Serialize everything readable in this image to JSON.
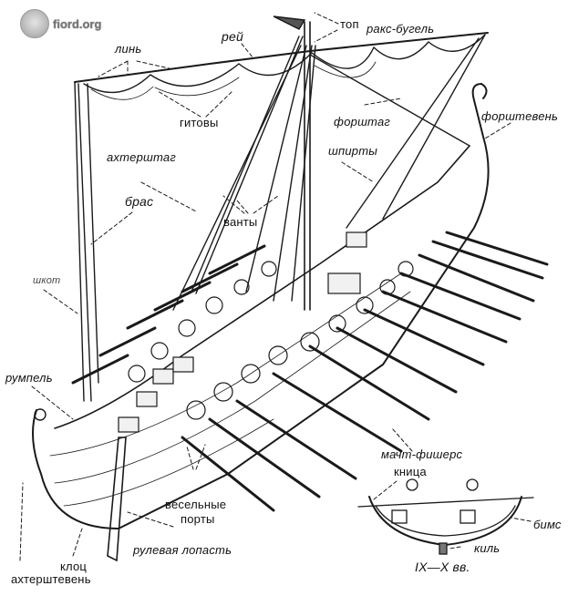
{
  "watermark": {
    "text": "fiord.org"
  },
  "title_caption": "IX—X вв.",
  "labels": {
    "lin": "линь",
    "rei": "рей",
    "top": "топ",
    "raks_bugel": "ракс-бугель",
    "gitovy": "гитовы",
    "forshtag": "форштаг",
    "forshteven": "форштевень",
    "akhtershtag": "ахтерштаг",
    "shpirty": "шпирты",
    "bras": "брас",
    "vanty": "ванты",
    "shkot": "шкот",
    "rumpel": "румпель",
    "macht_fishers": "мачт-фишерс",
    "knitsa": "кница",
    "bims": "бимс",
    "kil": "киль",
    "veselnye_porty": "весельные\nпорты",
    "veselnye": "весельные",
    "porty": "порты",
    "rulevaya_lopast": "рулевая лопасть",
    "klots": "клоц",
    "akhtershteven": "ахтерштевень"
  },
  "colors": {
    "ink": "#1a1a1a",
    "background": "#ffffff"
  }
}
